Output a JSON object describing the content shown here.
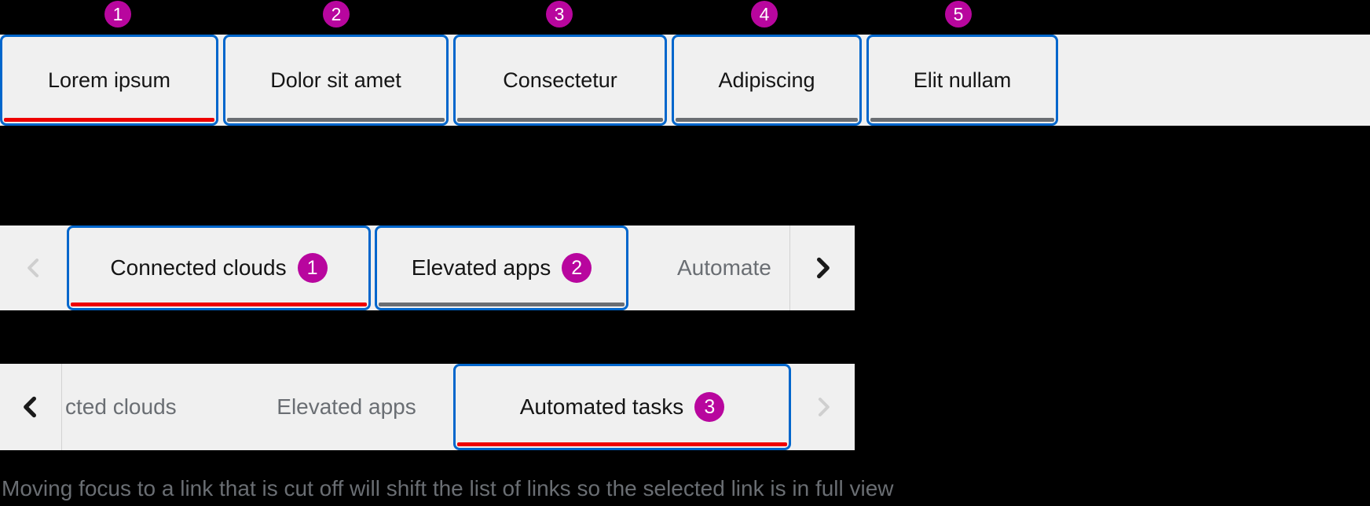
{
  "colors": {
    "accent_blue": "#0066cc",
    "active_indicator_red": "#ee0000",
    "inactive_indicator_gray": "#6a6e73",
    "badge_magenta": "#b8069e",
    "bar_background": "#f0f0f0",
    "label_dark": "#151515",
    "disabled_chevron_gray": "#cfcfcf"
  },
  "annotation_badges": [
    "1",
    "2",
    "3",
    "4",
    "5"
  ],
  "top_tabbar": {
    "tabs": [
      {
        "label": "Lorem ipsum"
      },
      {
        "label": "Dolor sit amet"
      },
      {
        "label": "Consectetur"
      },
      {
        "label": "Adipiscing"
      },
      {
        "label": "Elit nullam"
      }
    ]
  },
  "overflow_tabbar_start": {
    "tabs": [
      {
        "label": "Connected clouds",
        "badge": "1"
      },
      {
        "label": "Elevated apps",
        "badge": "2"
      },
      {
        "label": "Automate"
      }
    ]
  },
  "overflow_tabbar_end": {
    "links": [
      {
        "label": "cted clouds"
      },
      {
        "label": "Elevated apps"
      }
    ],
    "selected_tab": {
      "label": "Automated tasks",
      "badge": "3"
    }
  },
  "icons": {
    "scroll_back": "chevron-left",
    "scroll_forward": "chevron-right"
  },
  "caption": {
    "text": "Moving focus to a link that is cut off will shift the list of links so the selected link is in full view"
  }
}
